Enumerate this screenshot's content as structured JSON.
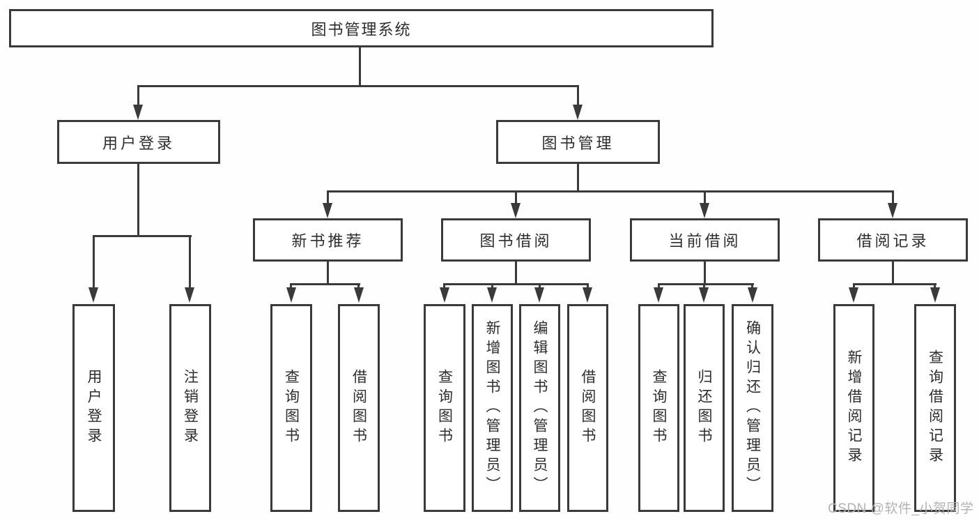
{
  "diagram_title": "图书管理系统",
  "tree": {
    "root": {
      "label": "图书管理系统",
      "children": [
        {
          "label": "用户登录",
          "children": [
            {
              "label": "用户登录"
            },
            {
              "label": "注销登录"
            }
          ]
        },
        {
          "label": "图书管理",
          "children": [
            {
              "label": "新书推荐",
              "children": [
                {
                  "label": "查询图书"
                },
                {
                  "label": "借阅图书"
                }
              ]
            },
            {
              "label": "图书借阅",
              "children": [
                {
                  "label": "查询图书"
                },
                {
                  "label": "新增图书（管理员）"
                },
                {
                  "label": "编辑图书（管理员）"
                },
                {
                  "label": "借阅图书"
                }
              ]
            },
            {
              "label": "当前借阅",
              "children": [
                {
                  "label": "查询图书"
                },
                {
                  "label": "归还图书"
                },
                {
                  "label": "确认归还（管理员）"
                }
              ]
            },
            {
              "label": "借阅记录",
              "children": [
                {
                  "label": "新增借阅记录"
                },
                {
                  "label": "查询借阅记录"
                }
              ]
            }
          ]
        }
      ]
    }
  },
  "watermark": {
    "text": "CSDN @软件_小贺同学"
  },
  "colors": {
    "line": "#3a3a3a",
    "text": "#2d2d2d",
    "box_fill": "#ffffff",
    "background": "#fefefe",
    "watermark": "#b3b3b3"
  }
}
